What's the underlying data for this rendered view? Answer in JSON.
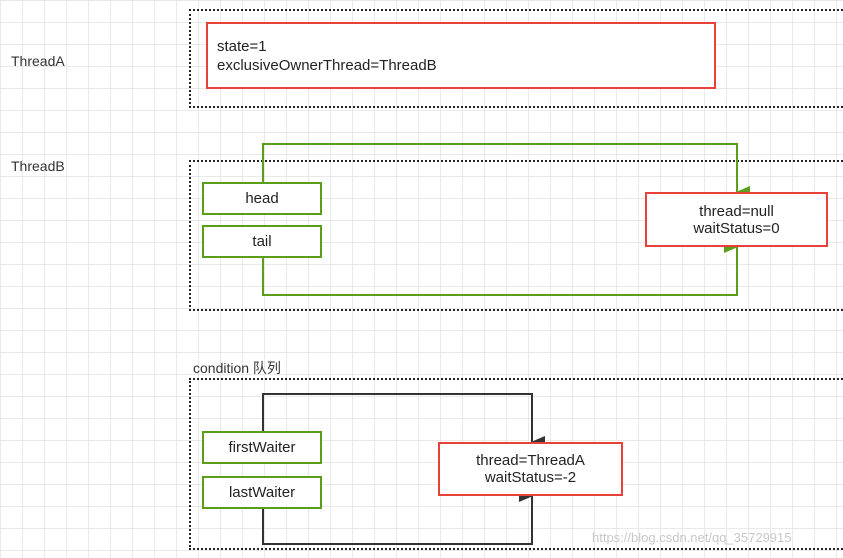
{
  "labels": {
    "thread_a": "ThreadA",
    "thread_b": "ThreadB",
    "condition": "condition 队列"
  },
  "lock_state": {
    "line1": "state=1",
    "line2": "exclusiveOwnerThread=ThreadB"
  },
  "sync_queue": {
    "head": "head",
    "tail": "tail",
    "node_line1": "thread=null",
    "node_line2": "waitStatus=0"
  },
  "condition_queue": {
    "first_waiter": "firstWaiter",
    "last_waiter": "lastWaiter",
    "node_line1": "thread=ThreadA",
    "node_line2": "waitStatus=-2"
  },
  "watermark": "https://blog.csdn.net/qq_35729915",
  "colors": {
    "node_border": "#e8413a",
    "pointer_border": "#5a9e1c",
    "sync_arrow": "#5a9e1c",
    "condition_arrow": "#333333"
  }
}
